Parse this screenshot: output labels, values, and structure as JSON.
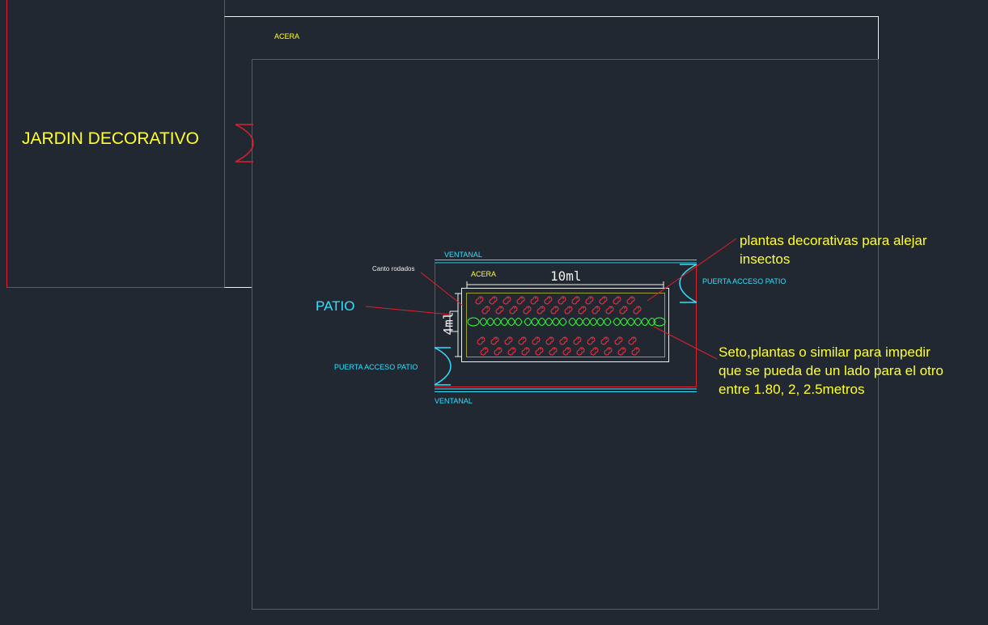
{
  "colors": {
    "background": "#222831",
    "wall_red": "#e0202a",
    "outline_white": "#f0f0f0",
    "label_yellow": "#ffff33",
    "label_cyan": "#33e0ff",
    "hedge_green": "#33ff33",
    "bed_olive": "#a0a030",
    "flower_red": "#ff3040"
  },
  "labels": {
    "jardin": "JARDIN DECORATIVO",
    "acera_top": "ACERA",
    "acera_inner": "ACERA",
    "patio": "PATIO",
    "canto": "Canto rodados",
    "ventanal_top": "VENTANAL",
    "ventanal_bottom": "VENTANAL",
    "puerta_right": "PUERTA ACCESO PATIO",
    "puerta_left": "PUERTA ACCESO PATIO",
    "dim_length": "10ml",
    "dim_width": "4ml",
    "note_plants_line1": "plantas decorativas para alejar",
    "note_plants_line2": "insectos",
    "note_hedge_line1": "Seto,plantas o similar para impedir",
    "note_hedge_line2": "que se pueda de un lado para el otro",
    "note_hedge_line3": "entre 1.80, 2, 2.5metros"
  },
  "icons": [
    "door-swing-icon",
    "flower-icon",
    "hedge-shrub-icon"
  ]
}
